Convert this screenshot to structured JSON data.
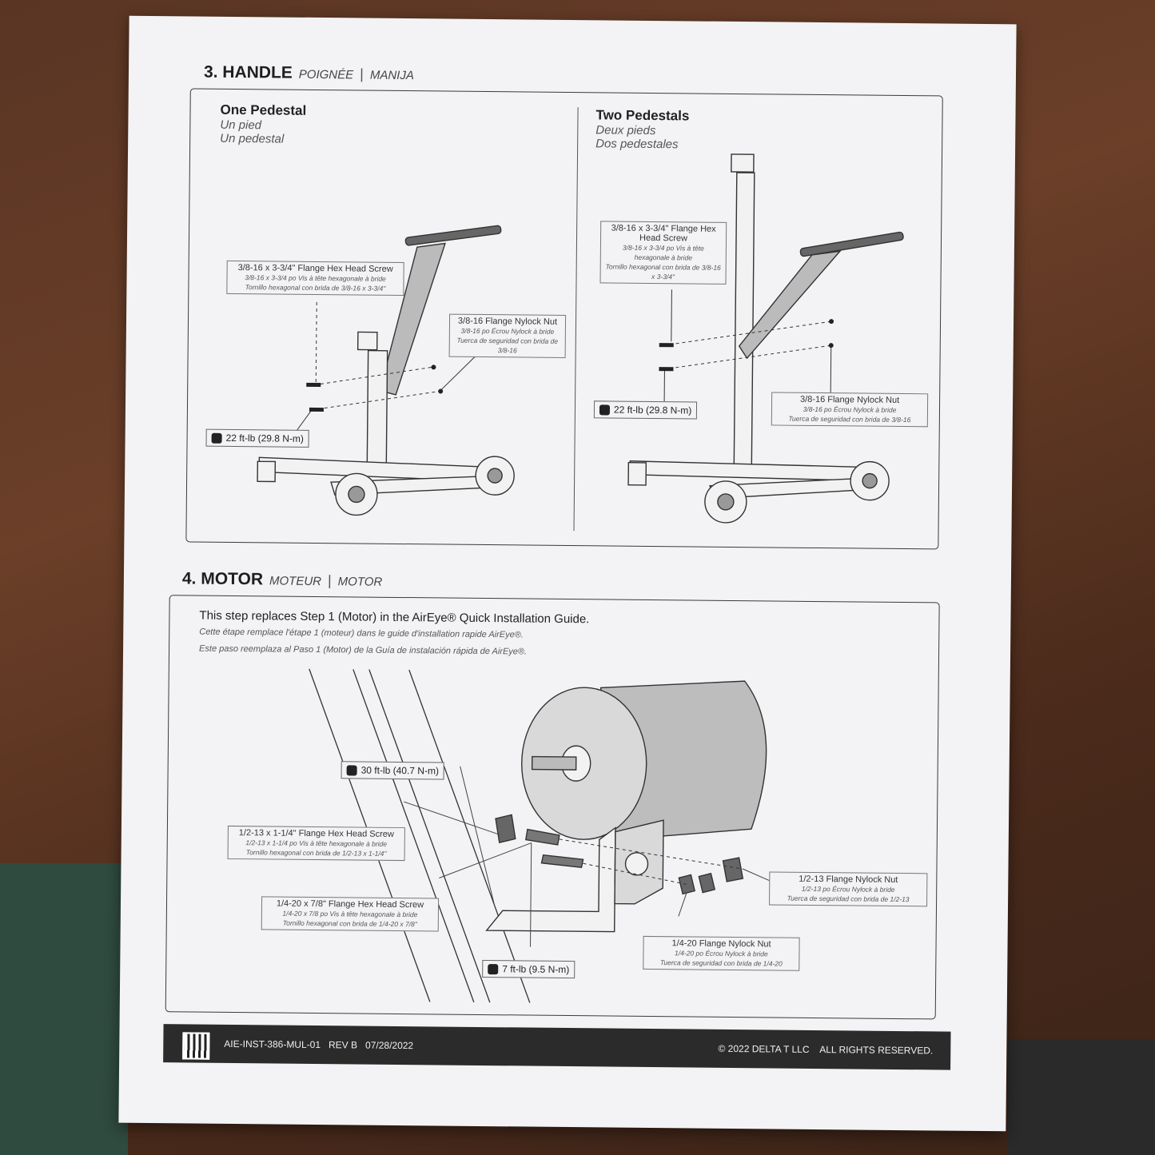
{
  "section3": {
    "number": "3.",
    "title": "HANDLE",
    "fr": "POIGNÉE",
    "es": "MANIJA",
    "left": {
      "heading": "One Pedestal",
      "fr": "Un pied",
      "es": "Un pedestal",
      "screw": {
        "en": "3/8-16 x 3-3/4\" Flange Hex Head Screw",
        "fr": "3/8-16 x 3-3/4 po Vis à tête hexagonale à bride",
        "es": "Tornillo hexagonal con brida de 3/8-16 x 3-3/4\""
      },
      "nut": {
        "en": "3/8-16 Flange Nylock Nut",
        "fr": "3/8-16 po Écrou Nylock à bride",
        "es": "Tuerca de seguridad con brida de 3/8-16"
      },
      "torque": "22 ft-lb (29.8 N-m)"
    },
    "right": {
      "heading": "Two Pedestals",
      "fr": "Deux pieds",
      "es": "Dos pedestales",
      "screw": {
        "en": "3/8-16 x 3-3/4\" Flange Hex Head Screw",
        "fr": "3/8-16 x 3-3/4 po Vis à tête hexagonale à bride",
        "es": "Tornillo hexagonal con brida de 3/8-16 x 3-3/4\""
      },
      "nut": {
        "en": "3/8-16 Flange Nylock Nut",
        "fr": "3/8-16 po Écrou Nylock à bride",
        "es": "Tuerca de seguridad con brida de 3/8-16"
      },
      "torque": "22 ft-lb (29.8 N-m)"
    }
  },
  "section4": {
    "number": "4.",
    "title": "MOTOR",
    "fr": "MOTEUR",
    "es": "MOTOR",
    "intro_en": "This step replaces Step 1 (Motor) in the AirEye® Quick Installation Guide.",
    "intro_fr": "Cette étape remplace l'étape 1 (moteur) dans le guide d'installation rapide AirEye®.",
    "intro_es": "Este paso reemplaza al Paso 1 (Motor) de la Guía de instalación rápida de AirEye®.",
    "torque_30": "30 ft-lb (40.7 N-m)",
    "torque_7": "7 ft-lb (9.5 N-m)",
    "screw_half": {
      "en": "1/2-13 x 1-1/4\" Flange Hex Head Screw",
      "fr": "1/2-13 x 1-1/4 po Vis à tête hexagonale à bride",
      "es": "Tornillo hexagonal con brida de 1/2-13 x 1-1/4\""
    },
    "screw_quarter": {
      "en": "1/4-20 x 7/8\" Flange Hex Head Screw",
      "fr": "1/4-20 x 7/8 po Vis à tête hexagonale à bride",
      "es": "Tornillo hexagonal con brida de 1/4-20 x 7/8\""
    },
    "nut_half": {
      "en": "1/2-13 Flange Nylock Nut",
      "fr": "1/2-13 po Écrou Nylock à bride",
      "es": "Tuerca de seguridad con brida de 1/2-13"
    },
    "nut_quarter": {
      "en": "1/4-20 Flange Nylock Nut",
      "fr": "1/4-20 po Écrou Nylock à bride",
      "es": "Tuerca de seguridad con brida de 1/4-20"
    }
  },
  "footer": {
    "doc_id": "AIE-INST-386-MUL-01",
    "rev": "REV B",
    "date": "07/28/2022",
    "copyright": "© 2022 DELTA T LLC",
    "rights": "ALL RIGHTS RESERVED."
  }
}
